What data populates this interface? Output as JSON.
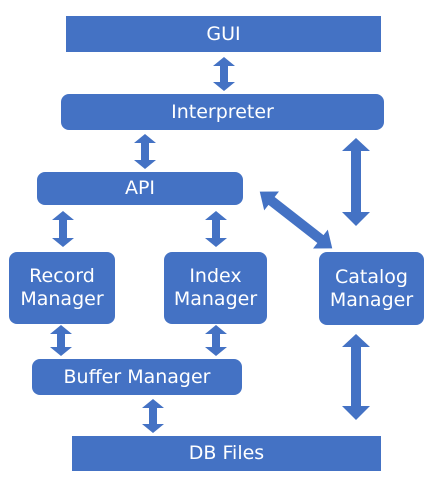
{
  "diagram": {
    "nodes": {
      "gui": "GUI",
      "interpreter": "Interpreter",
      "api": "API",
      "record_manager": [
        "Record",
        "Manager"
      ],
      "index_manager": [
        "Index",
        "Manager"
      ],
      "catalog_manager": [
        "Catalog",
        "Manager"
      ],
      "buffer_manager": "Buffer Manager",
      "db_files": "DB Files"
    },
    "edges": [
      [
        "GUI",
        "Interpreter"
      ],
      [
        "Interpreter",
        "API"
      ],
      [
        "Interpreter",
        "Catalog Manager"
      ],
      [
        "API",
        "Record Manager"
      ],
      [
        "API",
        "Index Manager"
      ],
      [
        "API",
        "Catalog Manager"
      ],
      [
        "Record Manager",
        "Buffer Manager"
      ],
      [
        "Index Manager",
        "Buffer Manager"
      ],
      [
        "Buffer Manager",
        "DB Files"
      ],
      [
        "Catalog Manager",
        "DB Files"
      ]
    ],
    "colors": {
      "box_fill": "#4472C4",
      "arrow_fill": "#4472C4",
      "text": "#ffffff"
    }
  }
}
